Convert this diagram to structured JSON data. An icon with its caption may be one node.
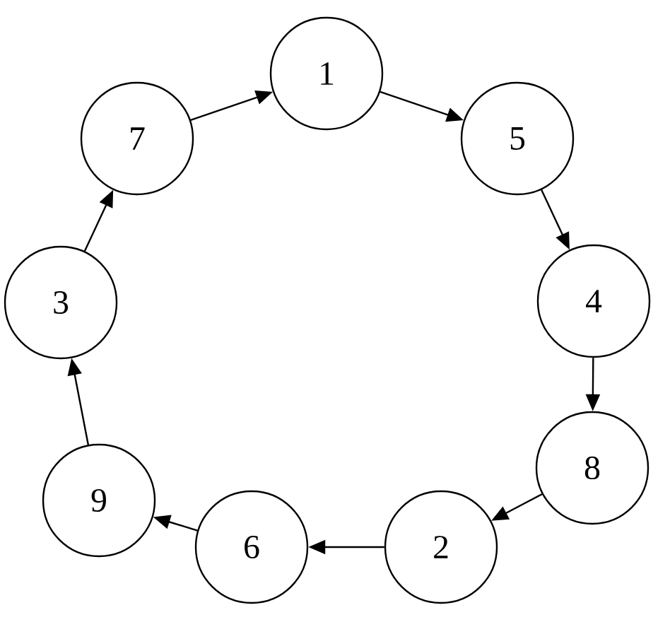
{
  "diagram": {
    "nodes": [
      {
        "text": [
          "1"
        ]
      },
      {
        "text": [
          "7"
        ]
      },
      {
        "text": [
          "5"
        ]
      },
      {
        "text": [
          "3"
        ]
      },
      {
        "text": [
          "4"
        ]
      },
      {
        "text": [
          "8"
        ]
      },
      {
        "text": [
          "9"
        ]
      },
      {
        "text": [
          "6"
        ]
      },
      {
        "text": [
          "2"
        ]
      }
    ],
    "edges": [
      {
        "from": 1,
        "to": 0,
        "arrow": "to"
      },
      {
        "from": 0,
        "to": 2,
        "arrow": "to"
      },
      {
        "from": 2,
        "to": 4,
        "arrow": "to"
      },
      {
        "from": 4,
        "to": 5,
        "arrow": "to"
      },
      {
        "from": 5,
        "to": 8,
        "arrow": "to"
      },
      {
        "from": 8,
        "to": 7,
        "arrow": "to"
      },
      {
        "from": 7,
        "to": 6,
        "arrow": "to"
      },
      {
        "from": 6,
        "to": 3,
        "arrow": "to"
      },
      {
        "from": 3,
        "to": 1,
        "arrow": "to"
      }
    ]
  }
}
